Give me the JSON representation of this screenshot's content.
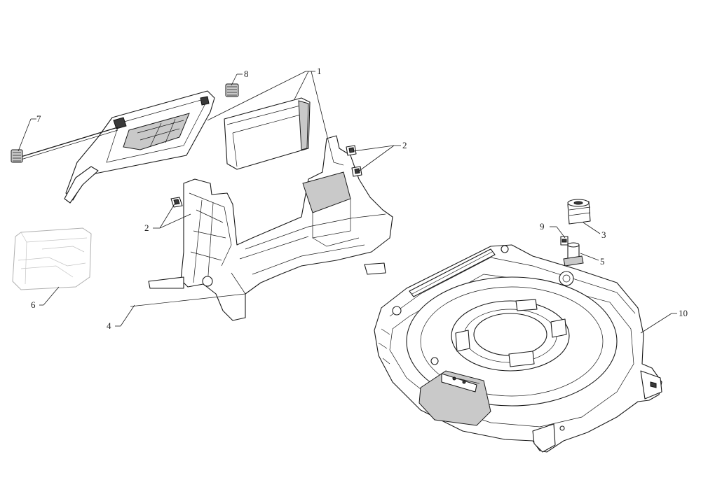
{
  "callouts": [
    {
      "id": "1",
      "label": "1"
    },
    {
      "id": "2a",
      "label": "2"
    },
    {
      "id": "2b",
      "label": "2"
    },
    {
      "id": "3",
      "label": "3"
    },
    {
      "id": "4",
      "label": "4"
    },
    {
      "id": "5",
      "label": "5"
    },
    {
      "id": "6",
      "label": "6"
    },
    {
      "id": "7",
      "label": "7"
    },
    {
      "id": "8",
      "label": "8"
    },
    {
      "id": "9",
      "label": "9"
    },
    {
      "id": "10",
      "label": "10"
    }
  ],
  "footer": {
    "caption": ""
  },
  "colors": {
    "line": "#1a1a1a",
    "ghost": "#b0b0b0",
    "background": "#ffffff"
  }
}
